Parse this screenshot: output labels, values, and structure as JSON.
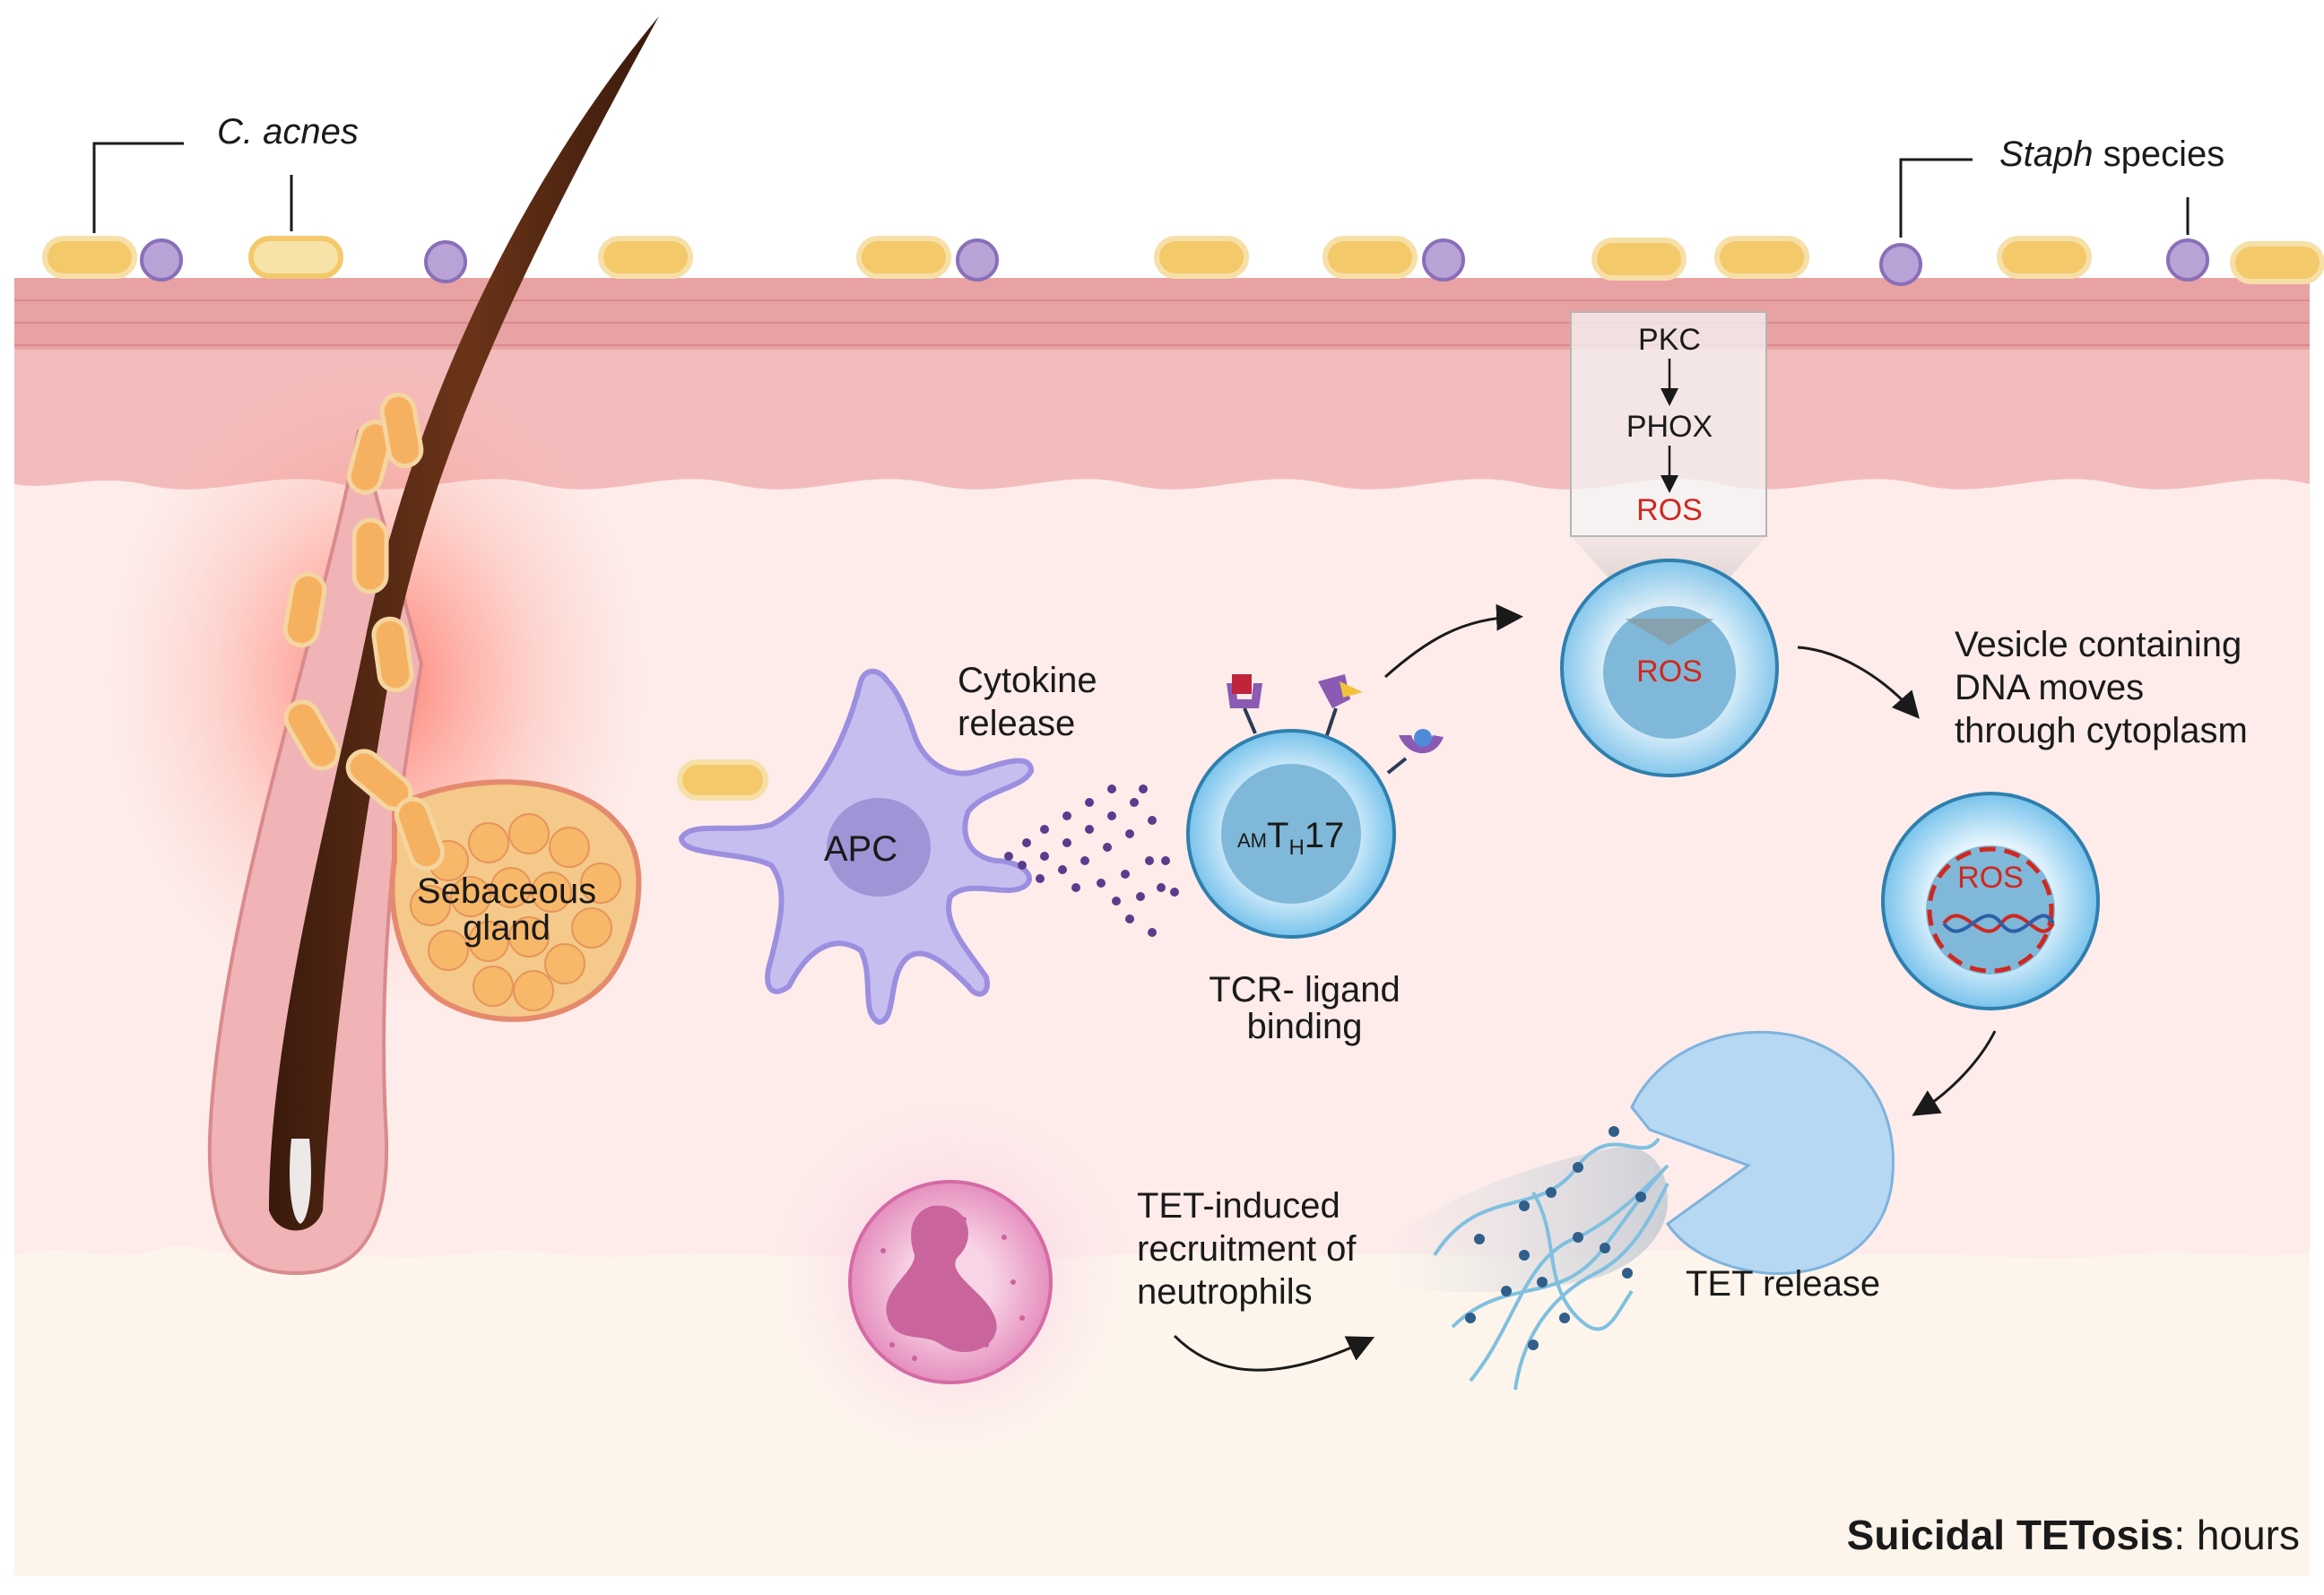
{
  "bacteria_labels": {
    "c_acnes": "C. acnes",
    "staph_italic": "Staph",
    "staph_rest": " species"
  },
  "pathway": {
    "step1": "PKC",
    "step2": "PHOX",
    "step3": "ROS"
  },
  "cells": {
    "apc": "APC",
    "th17_prefix": "AM",
    "th17_t": "T",
    "th17_sub": "H",
    "th17_num": "17",
    "ros_cell": "ROS",
    "ros_vesicle": "ROS"
  },
  "labels": {
    "sebaceous_line1": "Sebaceous",
    "sebaceous_line2": "gland",
    "cytokine_line1": "Cytokine",
    "cytokine_line2": "release",
    "tcr_line1": "TCR- ligand",
    "tcr_line2": "binding",
    "vesicle_line1": "Vesicle containing",
    "vesicle_line2": "DNA moves",
    "vesicle_line3": "through cytoplasm",
    "tet_release": "TET release",
    "recruit_line1": "TET-induced",
    "recruit_line2": "recruitment of",
    "recruit_line3": "neutrophils"
  },
  "footer": {
    "bold_part": "Suicidal TETosis",
    "rest_part": ": hours"
  },
  "colors": {
    "epidermis": "#f2b8b8",
    "dermis": "#fdecea",
    "hypodermis": "#fdf6ee",
    "bacillus": "#f3c96a",
    "coccus": "#b9a3d6",
    "apc": "#c7bef0",
    "tcell": "#9fd3f0",
    "neutrophil": "#f2b6d6",
    "ros_red": "#d0281f"
  }
}
